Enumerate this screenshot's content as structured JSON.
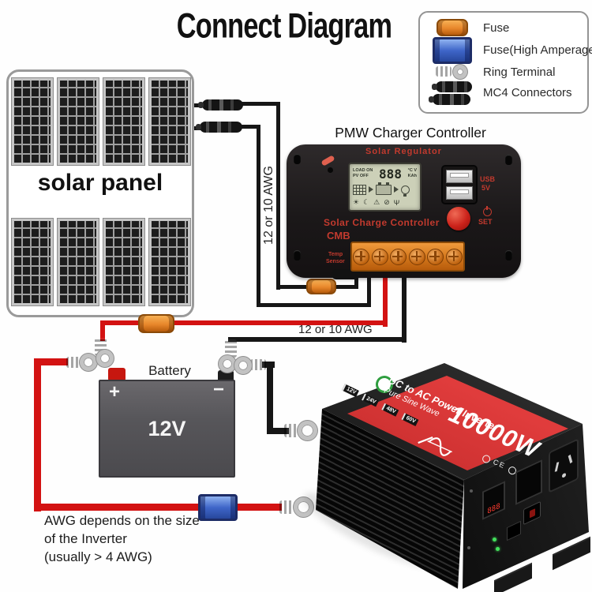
{
  "title": "Connect Diagram",
  "legend": {
    "items": [
      {
        "icon": "fuse-icon",
        "label": "Fuse"
      },
      {
        "icon": "fuse-high-amperage-icon",
        "label": "Fuse(High Amperage)"
      },
      {
        "icon": "ring-terminal-icon",
        "label": "Ring Terminal"
      },
      {
        "icon": "mc4-connectors-icon",
        "label": "MC4 Connectors"
      }
    ]
  },
  "solar_panel": {
    "label": "solar panel"
  },
  "controller": {
    "heading": "PMW Charger Controller",
    "top_label": "Solar Regulator",
    "lcd": {
      "load_on": "LOAD ON",
      "pv_off": "PV OFF",
      "digits": "888",
      "unit_top": "°C V",
      "unit_bottom": "KAh",
      "status_icons": [
        {
          "name": "sun-icon",
          "glyph": "☀"
        },
        {
          "name": "moon-icon",
          "glyph": "☾"
        },
        {
          "name": "warning-icon",
          "glyph": "⚠"
        },
        {
          "name": "no-entry-icon",
          "glyph": "⊘"
        },
        {
          "name": "antenna-icon",
          "glyph": "Ψ"
        }
      ]
    },
    "usb_line1": "USB",
    "usb_line2": "5V",
    "set_label": "SET",
    "name_label": "Solar Charge Controller",
    "model": "CMB",
    "temp_line1": "Temp",
    "temp_line2": "Sensor"
  },
  "labels": {
    "awg_vertical": "12 or 10 AWG",
    "awg_horizontal": "12 or 10 AWG"
  },
  "battery": {
    "heading": "Battery",
    "voltage": "12V",
    "plus": "+",
    "minus": "−"
  },
  "inverter": {
    "line1": "DC to AC Power Inverter",
    "line2": "Pure Sine Wave",
    "power": "10000W",
    "voltages": [
      "12V",
      "24V",
      "48V",
      "60V"
    ],
    "certs": "CE",
    "display_digits": "888"
  },
  "note": {
    "line1": "AWG depends on the size",
    "line2": "of the Inverter",
    "line3": "(usually > 4 AWG)"
  },
  "colors": {
    "wire_red": "#d31212",
    "wire_black": "#161616",
    "fuse_orange": "#e8872b",
    "fuse_blue": "#3f66c9",
    "controller_accent": "#c23a2e",
    "inverter_red": "#cf2b2b",
    "lcd_bg": "#ccd0b8"
  }
}
